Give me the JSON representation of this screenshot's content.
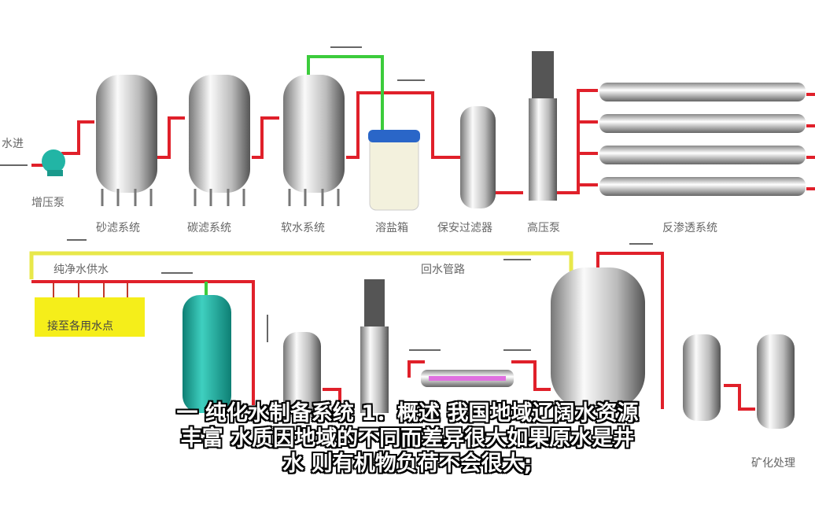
{
  "labels": {
    "water_in": "水进",
    "booster_pump": "增压泵",
    "sand_filter": "砂滤系统",
    "carbon_filter": "碳滤系统",
    "softener": "软水系统",
    "salt_tank": "溶盐箱",
    "security_filter": "保安过滤器",
    "high_pressure_pump": "高压泵",
    "ro_system": "反渗透系统",
    "pure_water_supply": "纯净水供水",
    "return_pipe": "回水管路",
    "to_points": "接至各用水点",
    "mineralization": "矿化处理"
  },
  "subtitle": {
    "line1": "一 纯化水制备系统 1．概述 我国地域辽阔水资源",
    "line2": "丰富 水质因地域的不同而差异很大如果原水是井",
    "line3": "水 则有机物负荷不会很大;"
  },
  "colors": {
    "pipe_red": "#e0202a",
    "pipe_yellow": "#e8e84a",
    "pipe_green": "#3ccc3c",
    "tank_teal": "#1aa89a"
  }
}
